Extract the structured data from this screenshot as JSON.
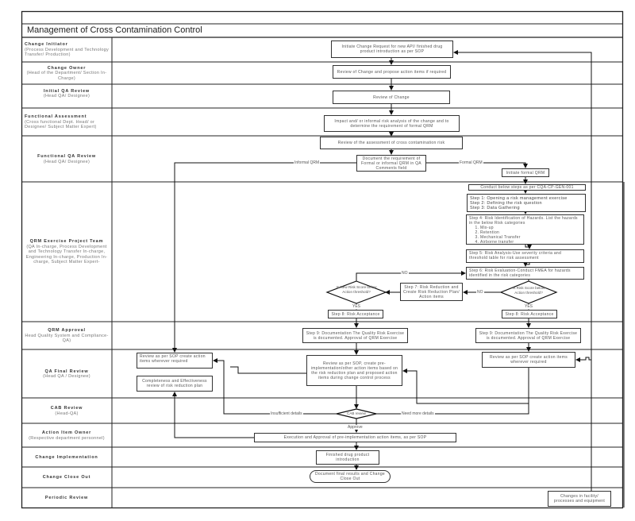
{
  "title": "Management of Cross Contamination Control",
  "lanes": [
    {
      "title": "Change Initiator",
      "subtitle": "(Process Development and Technology Transfer/ Production)"
    },
    {
      "title": "Change Owner",
      "subtitle": "(Head of the Department/ Section In-Charge)"
    },
    {
      "title": "Initial QA Review",
      "subtitle": "(Head QA/ Designee)"
    },
    {
      "title": "Functional Assessment",
      "subtitle": "(Cross functional Dept. Head/ or Designee/ Subject Matter Expert)"
    },
    {
      "title": "Functional QA Review",
      "subtitle": "(Head QA/ Designee)"
    },
    {
      "title": "QRM Exercise Project Team",
      "subtitle": "(QA In-charge, Process Development and Technology Transfer In-charge, Engineering In-charge, Production In-charge, Subject Matter Expert-"
    },
    {
      "title": "QRM Approval",
      "subtitle": "Head Quality System and Compliance-QA)"
    },
    {
      "title": "QA Final Review",
      "subtitle": "(Head QA / Designee)"
    },
    {
      "title": "CAB Review",
      "subtitle": "(Head-QA)"
    },
    {
      "title": "Action Item Owner",
      "subtitle": "(Respective department personnel)"
    },
    {
      "title": "Change Implementation",
      "subtitle": ""
    },
    {
      "title": "Change Close Out",
      "subtitle": ""
    },
    {
      "title": "Periodic Review",
      "subtitle": ""
    }
  ],
  "boxes": {
    "initiate": "Initiate Change Request for new API/ finished drug product introduction as per SOP",
    "review_propose": "Review of Change and propose action items if required",
    "review_change": "Review of Change",
    "impact": "Impact and/ or informal risk analysis of the change and to determine the requirement of formal QRM",
    "review_assessment": "Review of the assessment of cross contamination risk",
    "document_req": "Document the requirement of Formal or informal QRM in QA Comments field",
    "initiate_formal": "Initiate formal QRM",
    "conduct": "Conduct below steps as per CQA-CP-GEN-001",
    "steps123": [
      "Step 1: Opening a risk management exercise",
      "Step 2: Defining the risk question",
      "Step 3: Data Gathering"
    ],
    "step4_head": "Step 4: Risk Identification of Hazards. List the hazards in the below Risk categories",
    "step4_items": [
      "Mix-up",
      "Retention",
      "Mechanical Transfer",
      "Airborne transfer"
    ],
    "step5": "Step 5: Risk Analysis-Use severity criteria and threshold table for risk assessment",
    "step6": "Step 6: Risk Evaluation-Conduct FMEA for hazards identified in the risk categories",
    "decision_right": "Is Risk Score below Action threshold?",
    "step7": "Step 7: Risk Reduction and Create Risk Reduction Plan/ Action items",
    "decision_left": "Is New Risk Score below Action threshold?",
    "step8_left": "Step 8: Risk Acceptance",
    "step8_right": "Step 8: Risk Acceptance",
    "step9_left": "Step 9: Documentation The Quality Risk Exercise is documented. Approval of QRM Exercise",
    "step9_right": "Step 9: Documentation The Quality Risk Exercise is documented. Approval of QRM Exercise",
    "review_left": "Review as per SOP create action items wherever required",
    "completeness": "Completeness and Effectiveness review of risk reduction plan",
    "review_middle": "Review as per SOP, create pre-implementation/other action items based on the risk reduction plan and proposed action items during change control process",
    "review_right": "Review as per SOP create action items wherever required",
    "cab_decision": "CAB review",
    "execution": "Execution and Approval of pre-implementation action items, as per SOP",
    "finished": "Finished drug product introduction",
    "close_out": "Document final results and Change Close Out",
    "changes": "Changes in facility/ processes and equipment"
  },
  "labels": {
    "informal_qrm": "Informal QRM",
    "formal_qrm": "Formal QRM",
    "no_1": "NO",
    "no_2": "NO",
    "yes_left": "YES",
    "yes_right": "YES",
    "insufficient": "Insufficient details",
    "need_more": "Need more details",
    "approve": "Approve"
  }
}
